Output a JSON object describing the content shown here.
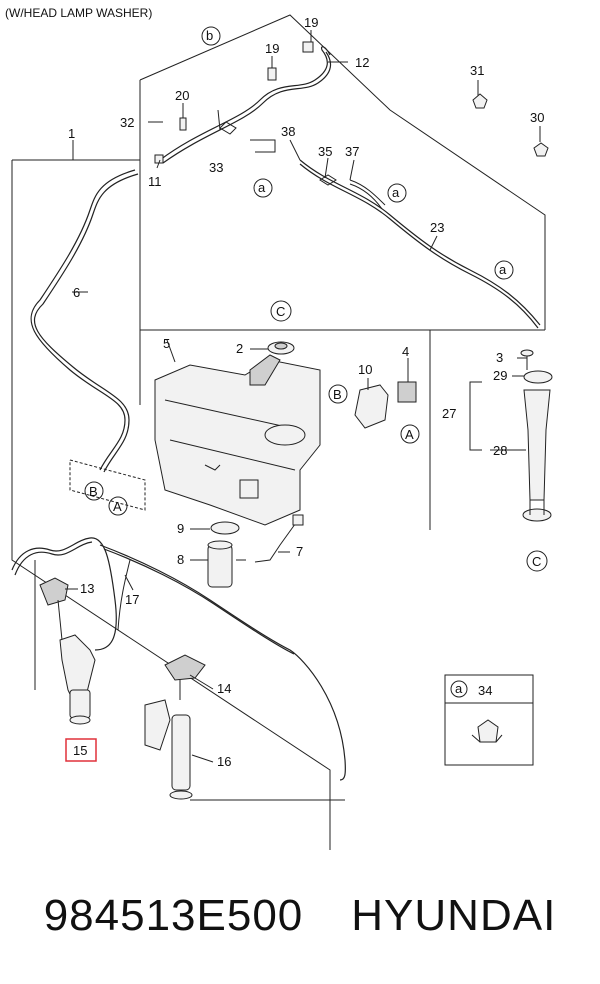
{
  "header_note": "(W/HEAD LAMP WASHER)",
  "callouts": {
    "n1": "1",
    "n2": "2",
    "n3": "3",
    "n4": "4",
    "n5": "5",
    "n6": "6",
    "n7": "7",
    "n8": "8",
    "n9": "9",
    "n10": "10",
    "n11": "11",
    "n12": "12",
    "n13": "13",
    "n14": "14",
    "n15": "15",
    "n16": "16",
    "n17": "17",
    "n19a": "19",
    "n19b": "19",
    "n20": "20",
    "n23": "23",
    "n27": "27",
    "n28": "28",
    "n29": "29",
    "n30": "30",
    "n31": "31",
    "n32": "32",
    "n33": "33",
    "n34": "34",
    "n35": "35",
    "n37": "37",
    "n38": "38"
  },
  "refs": {
    "a": "a",
    "b": "b",
    "A": "A",
    "B": "B",
    "C": "C"
  },
  "highlight_color": "#e0303a",
  "caption": {
    "part_number": "984513E500",
    "brand": "HYUNDAI"
  }
}
